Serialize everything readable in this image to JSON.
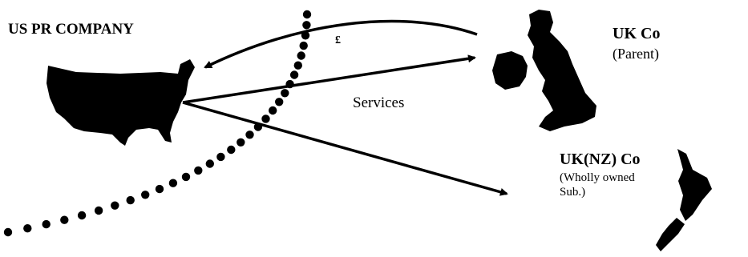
{
  "diagram": {
    "us_entity": "US PR COMPANY",
    "uk_entity": {
      "name": "UK Co",
      "role": "(Parent)"
    },
    "nz_entity": {
      "name": "UK(NZ) Co",
      "role": "(Wholly owned Sub.)"
    },
    "flows": {
      "services_label": "Services",
      "payment_label": "£"
    }
  },
  "colors": {
    "ink": "#000000",
    "background": "#ffffff"
  }
}
